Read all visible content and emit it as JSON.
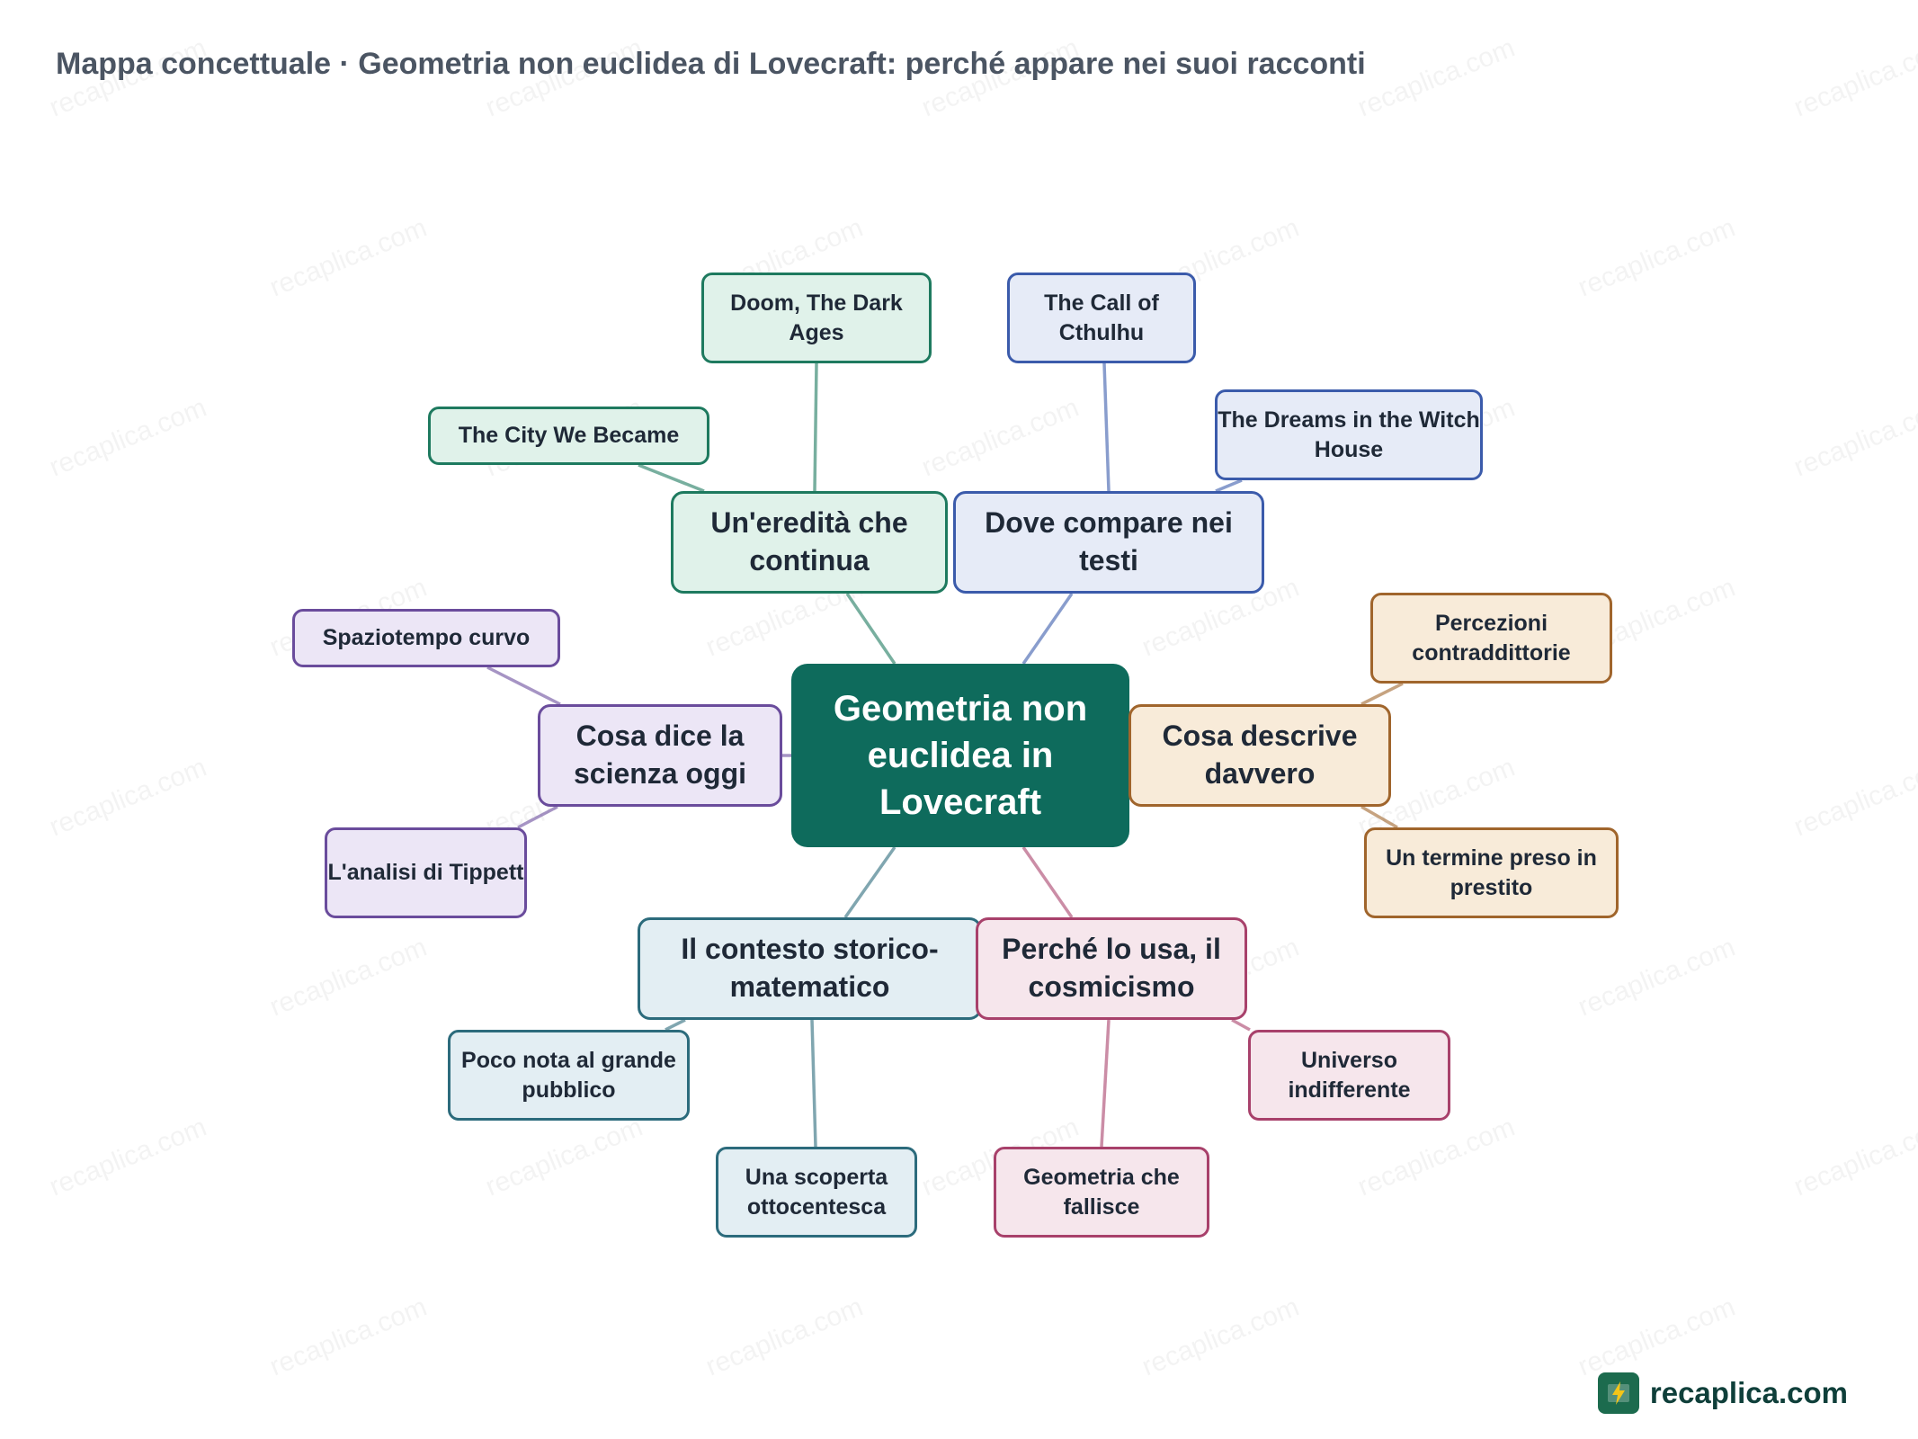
{
  "title": "Mappa concettuale · Geometria non euclidea di Lovecraft: perché appare nei suoi racconti",
  "center": {
    "label": "Geometria non euclidea in Lovecraft",
    "color": "#0e6b5c"
  },
  "branches": [
    {
      "id": "eredita",
      "label": "Un'eredità che continua",
      "fill": "#e0f2ea",
      "stroke": "#1e7a5f",
      "leaves": [
        {
          "label": "Doom, The Dark Ages"
        },
        {
          "label": "The City We Became"
        }
      ]
    },
    {
      "id": "dove",
      "label": "Dove compare nei testi",
      "fill": "#e6ebf7",
      "stroke": "#3b5bab",
      "leaves": [
        {
          "label": "The Call of Cthulhu"
        },
        {
          "label": "The Dreams in the Witch House"
        }
      ]
    },
    {
      "id": "scienza",
      "label": "Cosa dice la scienza oggi",
      "fill": "#ece6f6",
      "stroke": "#6a4c9c",
      "leaves": [
        {
          "label": "Spaziotempo curvo"
        },
        {
          "label": "L'analisi di Tippett"
        }
      ]
    },
    {
      "id": "descrive",
      "label": "Cosa descrive davvero",
      "fill": "#f8ebd9",
      "stroke": "#a0652c",
      "leaves": [
        {
          "label": "Percezioni contraddittorie"
        },
        {
          "label": "Un termine preso in prestito"
        }
      ]
    },
    {
      "id": "contesto",
      "label": "Il contesto storico-matematico",
      "fill": "#e3eef3",
      "stroke": "#2c6b7c",
      "leaves": [
        {
          "label": "Poco nota al grande pubblico"
        },
        {
          "label": "Una scoperta ottocentesca"
        }
      ]
    },
    {
      "id": "perche",
      "label": "Perché lo usa, il cosmicismo",
      "fill": "#f6e6ec",
      "stroke": "#a8416b",
      "leaves": [
        {
          "label": "Universo indifferente"
        },
        {
          "label": "Geometria che fallisce"
        }
      ]
    }
  ],
  "brand": {
    "name": "recaplica.com",
    "watermark": "recaplica.com",
    "logo_icon": "bolt-icon"
  }
}
